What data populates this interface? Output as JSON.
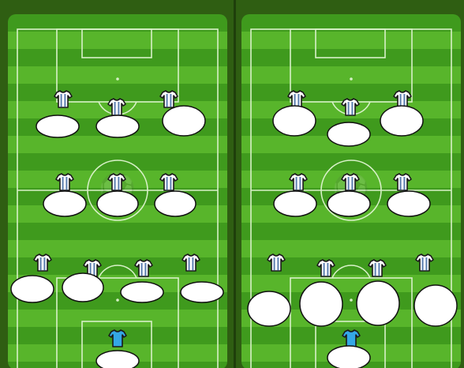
{
  "colors": {
    "frame": "#2f5e12",
    "grass_dark": "#3f9a1d",
    "grass_light": "#58b52b",
    "line": "#d8f1c8",
    "shirt_outfield": "#ffffff",
    "shirt_stripe": "#5c7fb0",
    "shirt_keeper": "#34a7e6",
    "bubble_fill": "#ffffff",
    "bubble_stroke": "#111111"
  },
  "icons": {
    "outfield_player": "striped-jersey-icon",
    "goalkeeper": "blue-jersey-icon",
    "watermark": "faded-logo-watermark"
  },
  "fields": [
    {
      "name": "left",
      "formation": [
        {
          "role": "forward",
          "count": 3
        },
        {
          "role": "midfielder",
          "count": 3
        },
        {
          "role": "defender",
          "count": 4
        },
        {
          "role": "goalkeeper",
          "count": 1
        }
      ],
      "answer_bubbles": 11
    },
    {
      "name": "right",
      "formation": [
        {
          "role": "forward",
          "count": 3
        },
        {
          "role": "midfielder",
          "count": 3
        },
        {
          "role": "defender",
          "count": 4
        },
        {
          "role": "goalkeeper",
          "count": 1
        }
      ],
      "answer_bubbles": 11
    }
  ]
}
